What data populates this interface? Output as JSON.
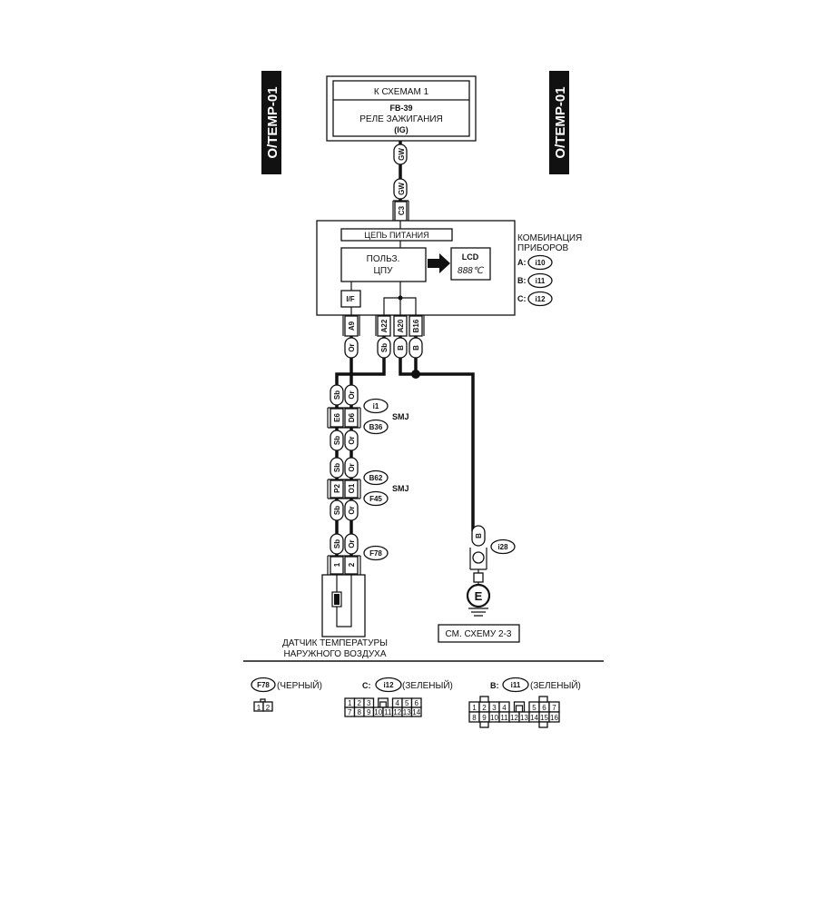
{
  "side_tabs": {
    "left": "O/TEMP-01",
    "right": "O/TEMP-01"
  },
  "source_box": {
    "title": "К СХЕМАМ 1",
    "fuse": "FB-39",
    "name": "РЕЛЕ ЗАЖИГАНИЯ",
    "mode": "(IG)"
  },
  "top_wire": {
    "color_upper": "GW",
    "color_lower": "GW",
    "connector": "C3"
  },
  "combination_meter": {
    "title_line1": "КОМБИНАЦИЯ",
    "title_line2": "ПРИБОРОВ",
    "power_circuit": "ЦЕПЬ ПИТАНИЯ",
    "cpu_line1": "ПОЛЬЗ.",
    "cpu_line2": "ЦПУ",
    "lcd_label": "LCD",
    "lcd_digits": "888℃",
    "interface": "I/F",
    "connectors": [
      {
        "prefix": "A:",
        "id": "i10"
      },
      {
        "prefix": "B:",
        "id": "i11"
      },
      {
        "prefix": "C:",
        "id": "i12"
      }
    ],
    "terminals": [
      "A9",
      "A22",
      "A20",
      "B16"
    ],
    "terminal_wires": [
      "Or",
      "Sb",
      "B",
      "B"
    ]
  },
  "harness": {
    "left_wire": "Sb",
    "right_wire": "Or",
    "joint1": {
      "pins": [
        "E6",
        "D6"
      ],
      "upper": "i1",
      "lower": "B36",
      "label": "SMJ"
    },
    "joint2": {
      "pins": [
        "P2",
        "O1"
      ],
      "upper": "B62",
      "lower": "F45",
      "label": "SMJ"
    },
    "sensor_connector": {
      "pins": [
        "1",
        "2"
      ],
      "id": "F78"
    },
    "sensor_label_line1": "ДАТЧИК ТЕМПЕРАТУРЫ",
    "sensor_label_line2": "НАРУЖНОГО ВОЗДУХА"
  },
  "ground": {
    "wire": "B",
    "connector": "i28",
    "symbol": "E",
    "ref": "СМ. СХЕМУ 2-3"
  },
  "legend": [
    {
      "prefix": "",
      "id": "F78",
      "color": "(ЧЕРНЫЙ)",
      "rows": [
        [
          "1",
          "2"
        ]
      ]
    },
    {
      "prefix": "C:",
      "id": "i12",
      "color": "(ЗЕЛЕНЫЙ)",
      "rows": [
        [
          "1",
          "2",
          "3",
          "",
          "4",
          "5",
          "6"
        ],
        [
          "7",
          "8",
          "9",
          "10",
          "11",
          "12",
          "13",
          "14"
        ]
      ]
    },
    {
      "prefix": "B:",
      "id": "i11",
      "color": "(ЗЕЛЕНЫЙ)",
      "rows": [
        [
          "1",
          "2",
          "3",
          "4",
          "",
          "5",
          "6",
          "7"
        ],
        [
          "8",
          "9",
          "10",
          "11",
          "12",
          "13",
          "14",
          "15",
          "16"
        ]
      ]
    }
  ]
}
